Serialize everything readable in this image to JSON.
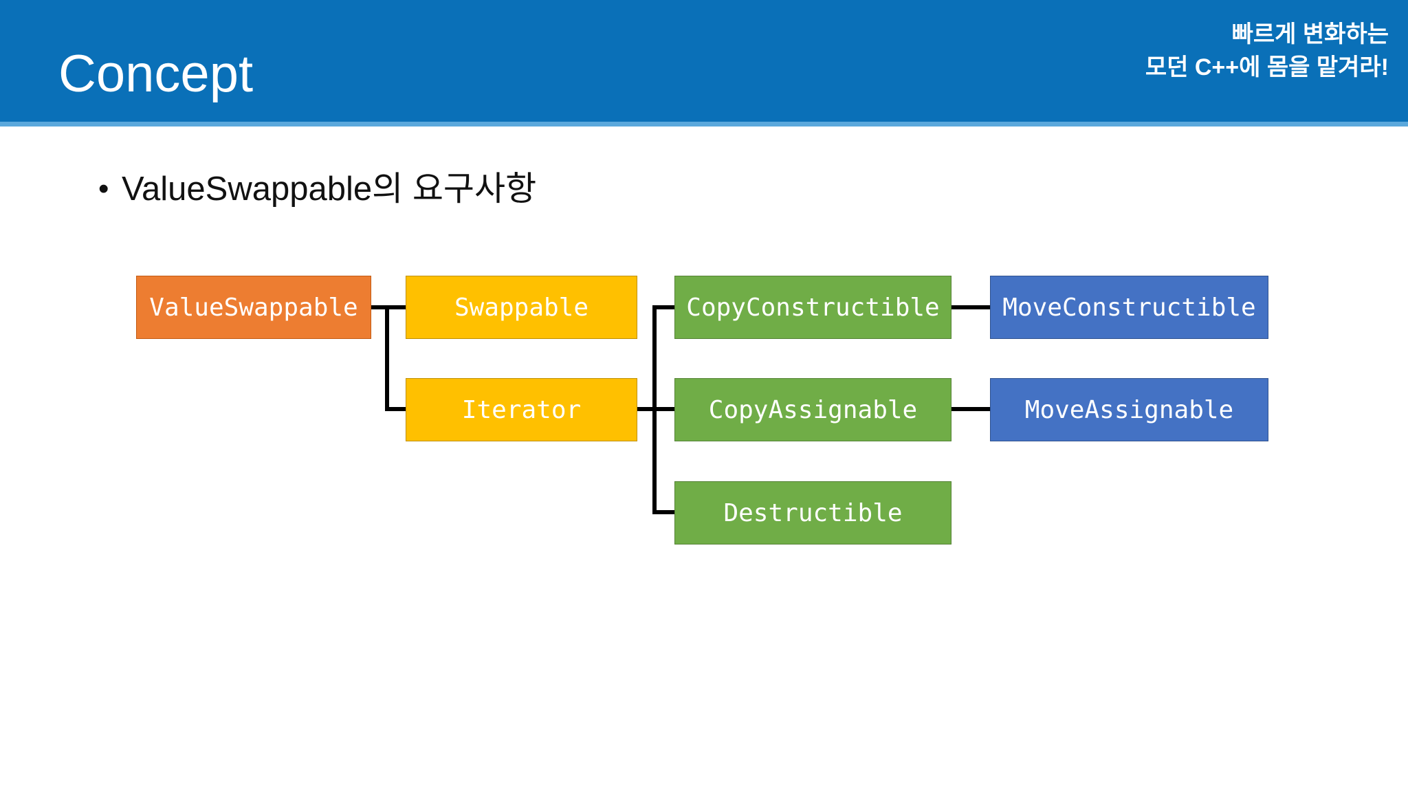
{
  "header": {
    "title": "Concept",
    "brand_lines": [
      "빠르게 변화하는",
      "모던 C++에 몸을 맡겨라!"
    ],
    "bar_color": "#0A70B8",
    "stripe_color": "#5BA8DC",
    "text_color": "#FFFFFF"
  },
  "body": {
    "bullet_marker": "•",
    "bullet_text": "ValueSwappable의  요구사항",
    "text_color": "#111111"
  },
  "diagram": {
    "type": "tree",
    "line_color": "#000000",
    "nodes": [
      {
        "id": "value-swappable",
        "label": "ValueSwappable",
        "color": "#ED7D31",
        "border": "#C25A12",
        "column": 0,
        "row": 0
      },
      {
        "id": "swappable",
        "label": "Swappable",
        "color": "#FFC000",
        "border": "#BF8F00",
        "column": 1,
        "row": 0
      },
      {
        "id": "iterator",
        "label": "Iterator",
        "color": "#FFC000",
        "border": "#BF8F00",
        "column": 1,
        "row": 1
      },
      {
        "id": "copy-constructible",
        "label": "CopyConstructible",
        "color": "#70AD47",
        "border": "#548235",
        "column": 2,
        "row": 0
      },
      {
        "id": "copy-assignable",
        "label": "CopyAssignable",
        "color": "#70AD47",
        "border": "#548235",
        "column": 2,
        "row": 1
      },
      {
        "id": "destructible",
        "label": "Destructible",
        "color": "#70AD47",
        "border": "#548235",
        "column": 2,
        "row": 2
      },
      {
        "id": "move-constructible",
        "label": "MoveConstructible",
        "color": "#4472C4",
        "border": "#2F528F",
        "column": 3,
        "row": 0
      },
      {
        "id": "move-assignable",
        "label": "MoveAssignable",
        "color": "#4472C4",
        "border": "#2F528F",
        "column": 3,
        "row": 1
      }
    ],
    "edges": [
      {
        "from": "value-swappable",
        "to": "swappable"
      },
      {
        "from": "value-swappable",
        "to": "iterator"
      },
      {
        "from": "iterator",
        "to": "copy-constructible"
      },
      {
        "from": "iterator",
        "to": "copy-assignable"
      },
      {
        "from": "iterator",
        "to": "destructible"
      },
      {
        "from": "copy-constructible",
        "to": "move-constructible"
      },
      {
        "from": "copy-assignable",
        "to": "move-assignable"
      }
    ]
  }
}
